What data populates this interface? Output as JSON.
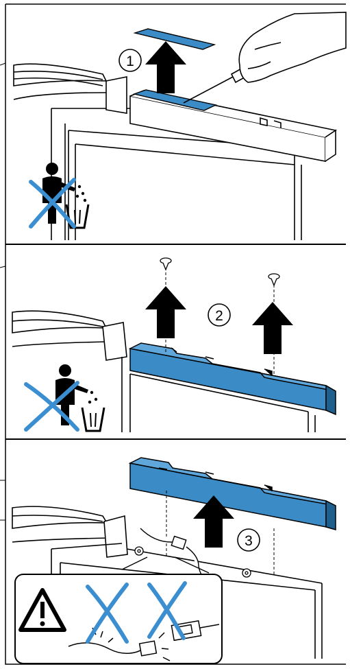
{
  "steps": [
    {
      "number": "1",
      "action": "remove-trim-strip",
      "waste_disposal_allowed": false
    },
    {
      "number": "2",
      "action": "remove-screws",
      "waste_disposal_allowed": false
    },
    {
      "number": "3",
      "action": "lift-off-cover",
      "waste_disposal_allowed": null
    }
  ],
  "warning": {
    "icon": "warning-triangle-icon",
    "crossed_out_items": [
      "pull-wire-icon",
      "pull-connector-icon"
    ]
  },
  "colors": {
    "part_fill": "#3a8bc6",
    "part_dark": "#1f5f8e",
    "cross": "#3b8fd0",
    "line": "#000000"
  },
  "icons": [
    "arrow-up-icon",
    "hand-icon",
    "screwdriver-icon",
    "screw-icon",
    "trash-bin-icon",
    "person-icon",
    "connector-icon"
  ]
}
